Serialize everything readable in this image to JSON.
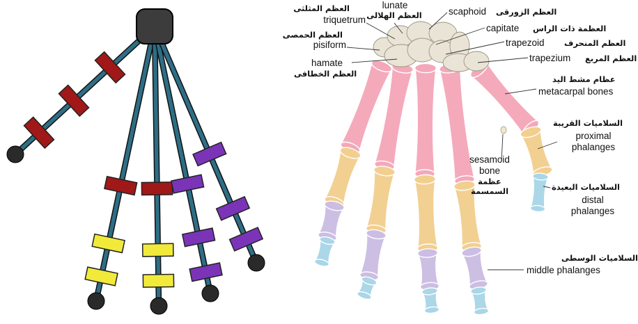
{
  "palette": {
    "hub": "#3c3c3c",
    "strand": "#2e6e86",
    "segment_red": "#a01818",
    "segment_yellow": "#f2ea3a",
    "segment_purple": "#7b34b8",
    "tip": "#2a2a2a",
    "carpal": "#e9e4d6",
    "metacarpal": "#f4a8b9",
    "proximal": "#f2cf8f",
    "middle": "#cbbde3",
    "distal": "#a9d6e8"
  },
  "left_diagram": {
    "hub_icon": "rounded-square-hub",
    "strands": [
      {
        "finger": "thumb",
        "segments": [
          "segment_red",
          "segment_red",
          "segment_red"
        ]
      },
      {
        "finger": "index",
        "segments": [
          "segment_red",
          "segment_yellow",
          "segment_yellow"
        ]
      },
      {
        "finger": "middle",
        "segments": [
          "segment_red",
          "segment_yellow",
          "segment_yellow"
        ]
      },
      {
        "finger": "ring",
        "segments": [
          "segment_purple",
          "segment_purple",
          "segment_purple"
        ]
      },
      {
        "finger": "little",
        "segments": [
          "segment_purple",
          "segment_purple",
          "segment_purple"
        ]
      }
    ]
  },
  "hand": {
    "labels": {
      "lunate_en": "lunate",
      "lunate_ar": "العظم الهلالى",
      "triquetrum_ar": "العظم المثلثى",
      "triquetrum_en": "triquetrum",
      "pisiform_ar": "العظم الحمصى",
      "pisiform_en": "pisiform",
      "hamate_en": "hamate",
      "hamate_ar": "العظم الخطافى",
      "scaphoid_en": "scaphoid",
      "scaphoid_ar": "العظم الزورقى",
      "capitate_en": "capitate",
      "capitate_ar": "العظمة ذات الراس",
      "trapezoid_en": "trapezoid",
      "trapezoid_ar": "العظم المنحرف",
      "trapezium_en": "trapezium",
      "trapezium_ar": "العظم المربع",
      "metacarpal_ar": "عظام مشط اليد",
      "metacarpal_en": "metacarpal bones",
      "proximal_ar": "السلاميات القريبة",
      "proximal_en_1": "proximal",
      "proximal_en_2": "phalanges",
      "sesamoid_en_1": "sesamoid",
      "sesamoid_en_2": "bone",
      "sesamoid_ar_1": "عظمة",
      "sesamoid_ar_2": "السمسمة",
      "distal_ar": "السلاميات البعيدة",
      "distal_en_1": "distal",
      "distal_en_2": "phalanges",
      "middle_ar": "السلاميات الوسطى",
      "middle_en": "middle phalanges"
    }
  }
}
